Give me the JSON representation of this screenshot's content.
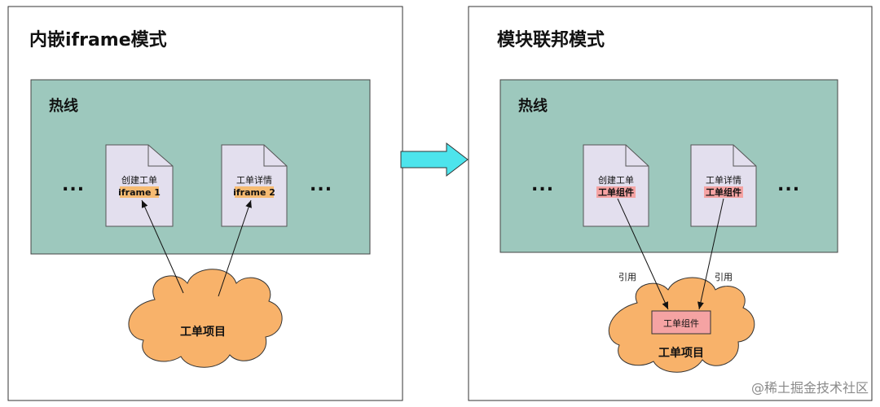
{
  "colors": {
    "region_fill": "#9dc8bd",
    "doc_fill": "#e3dfee",
    "iframe_tag": "#f6bb72",
    "component_tag": "#f5a3a3",
    "cloud_fill": "#f8b26a",
    "arrow_fill": "#4de4ec"
  },
  "left_panel": {
    "title": "内嵌iframe模式",
    "region_label": "热线",
    "ellipsis_left": "...",
    "ellipsis_right": "...",
    "doc1": {
      "title": "创建工单",
      "tag": "iframe 1"
    },
    "doc2": {
      "title": "工单详情",
      "tag": "iframe 2"
    },
    "cloud_label": "工单项目"
  },
  "right_panel": {
    "title": "模块联邦模式",
    "region_label": "热线",
    "ellipsis_left": "...",
    "ellipsis_right": "...",
    "doc1": {
      "title": "创建工单",
      "tag": "工单组件"
    },
    "doc2": {
      "title": "工单详情",
      "tag": "工单组件"
    },
    "edge_label_left": "引用",
    "edge_label_right": "引用",
    "shared_component": "工单组件",
    "cloud_label": "工单项目"
  },
  "watermark": "@稀土掘金技术社区",
  "transition_arrow_icon": "right-arrow-icon"
}
